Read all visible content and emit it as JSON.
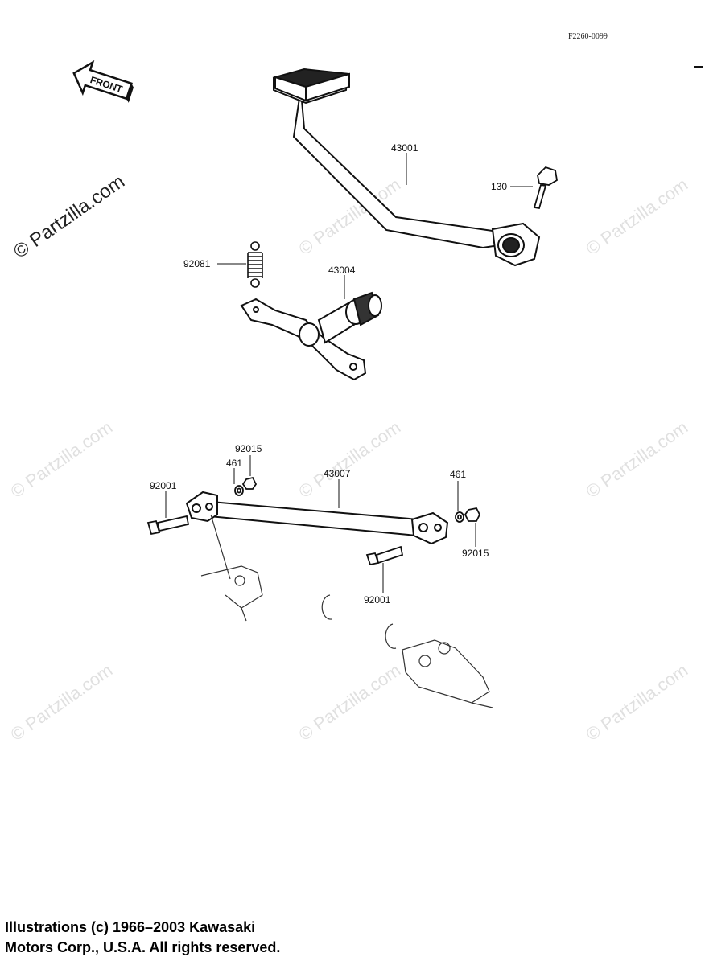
{
  "diagram_code": "F2260-0099",
  "front_label": "FRONT",
  "watermark": "© Partzilla.com",
  "parts": {
    "brake_pedal": "43001",
    "bolt_pedal": "130",
    "spring": "92081",
    "brake_shaft": "43004",
    "nut_upper": "92015",
    "washer_upper": "461",
    "rod": "43007",
    "bolt_left": "92001",
    "washer_right": "461",
    "nut_right": "92015",
    "bolt_center": "92001"
  },
  "copyright": {
    "line1": "Illustrations (c) 1966–2003 Kawasaki",
    "line2": "Motors Corp., U.S.A.  All rights reserved."
  },
  "colors": {
    "ink": "#111111",
    "watermark": "#c8c8c8"
  }
}
